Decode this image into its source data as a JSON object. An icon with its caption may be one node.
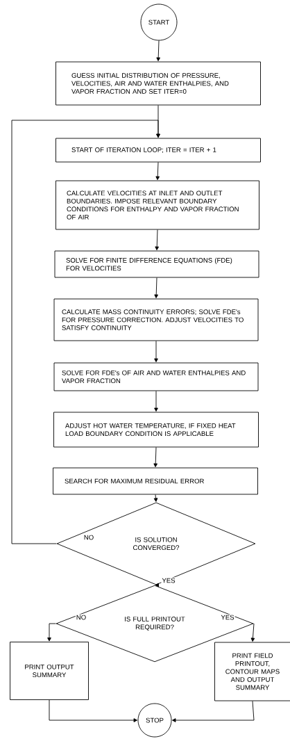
{
  "diagram": {
    "nodes": [
      {
        "text": [
          "START"
        ]
      },
      {
        "text": [
          "GUESS INITIAL DISTRIBUTION OF PRESSURE, VELOCITIES, AIR AND WATER ENTHALPIES, AND VAPOR FRACTION AND SET ITER=0"
        ]
      },
      {
        "text": [
          "START OF ITERATION LOOP; ITER = ITER + 1"
        ]
      },
      {
        "text": [
          "CALCULATE VELOCITIES AT INLET AND OUTLET BOUNDARIES. IMPOSE RELEVANT BOUNDARY CONDITIONS FOR ENTHALPY AND VAPOR FRACTION OF AIR"
        ]
      },
      {
        "text": [
          "SOLVE FOR FINITE DIFFERENCE EQUATIONS (FDE) FOR VELOCITIES"
        ]
      },
      {
        "text": [
          "CALCULATE MASS CONTINUITY ERRORS; SOLVE FDE's FOR PRESSURE CORRECTION. ADJUST VELOCITIES TO SATISFY CONTINUITY"
        ]
      },
      {
        "text": [
          "SOLVE FOR FDE's OF AIR AND WATER ENTHALPIES AND VAPOR FRACTION"
        ]
      },
      {
        "text": [
          "ADJUST HOT WATER TEMPERATURE, IF FIXED HEAT LOAD BOUNDARY CONDITION IS APPLICABLE"
        ]
      },
      {
        "text": [
          "SEARCH FOR MAXIMUM RESIDUAL ERROR"
        ]
      },
      {
        "text": [
          "IS SOLUTION CONVERGED?"
        ]
      },
      {
        "text": [
          "IS FULL PRINTOUT REQUIRED?"
        ]
      },
      {
        "text": [
          "PRINT OUTPUT SUMMARY"
        ]
      },
      {
        "text": [
          "PRINT FIELD PRINTOUT, CONTOUR MAPS AND OUTPUT SUMMARY"
        ]
      },
      {
        "text": [
          "STOP"
        ]
      }
    ],
    "edges": [
      {
        "from": 0,
        "to": 1,
        "arrow": "to"
      },
      {
        "from": 1,
        "to": 2,
        "arrow": "to"
      },
      {
        "from": 2,
        "to": 3,
        "arrow": "to"
      },
      {
        "from": 3,
        "to": 4,
        "arrow": "to"
      },
      {
        "from": 4,
        "to": 5,
        "arrow": "to"
      },
      {
        "from": 5,
        "to": 6,
        "arrow": "to"
      },
      {
        "from": 6,
        "to": 7,
        "arrow": "to"
      },
      {
        "from": 7,
        "to": 8,
        "arrow": "to"
      },
      {
        "from": 8,
        "to": 9,
        "arrow": "to"
      },
      {
        "from": 9,
        "to": 2,
        "arrow": "to",
        "label": "NO"
      },
      {
        "from": 9,
        "to": 10,
        "arrow": "to",
        "label": "YES"
      },
      {
        "from": 10,
        "to": 11,
        "arrow": "to",
        "label": "NO"
      },
      {
        "from": 10,
        "to": 12,
        "arrow": "to",
        "label": "YES"
      },
      {
        "from": 11,
        "to": 13,
        "arrow": "to"
      },
      {
        "from": 12,
        "to": 13,
        "arrow": "to"
      }
    ]
  }
}
